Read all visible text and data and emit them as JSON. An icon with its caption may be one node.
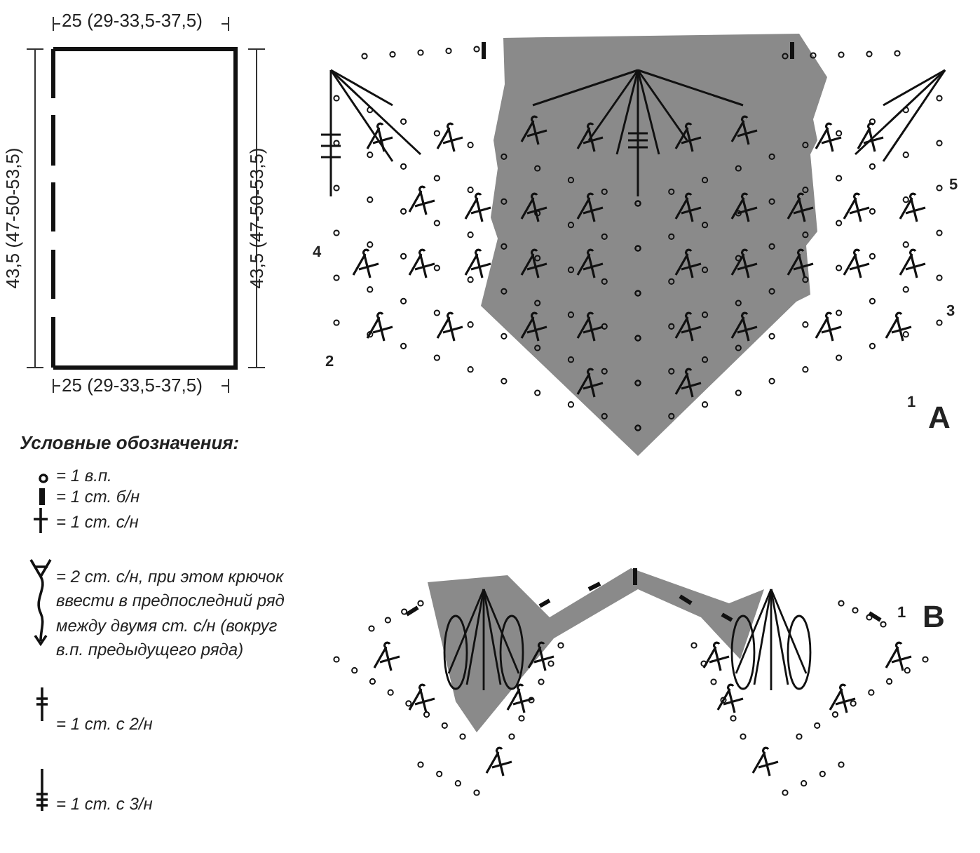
{
  "diagram": {
    "labels": [
      "25 (29-33,5-37,5)",
      "43,5 (47-50-53,5)",
      "43,5 (47-50-53,5)",
      "25 (29-33,5-37,5)",
      "5",
      "4",
      "3",
      "2",
      "1",
      "A",
      "1",
      "B",
      "Условные обозначения:"
    ],
    "legend": [
      {
        "text": "= 1 в.п."
      },
      {
        "text": "= 1 ст. б/н"
      },
      {
        "text": "= 1 ст. с/н"
      },
      {
        "text": "= 2 ст. с/н, при этом крючок ввести в предпоследний ряд между двумя ст. с/н (вокруг в.п. предыдущего ряда)"
      },
      {
        "text": "= 1 ст. с 2/н"
      },
      {
        "text": "= 1 ст. с 3/н"
      }
    ]
  }
}
